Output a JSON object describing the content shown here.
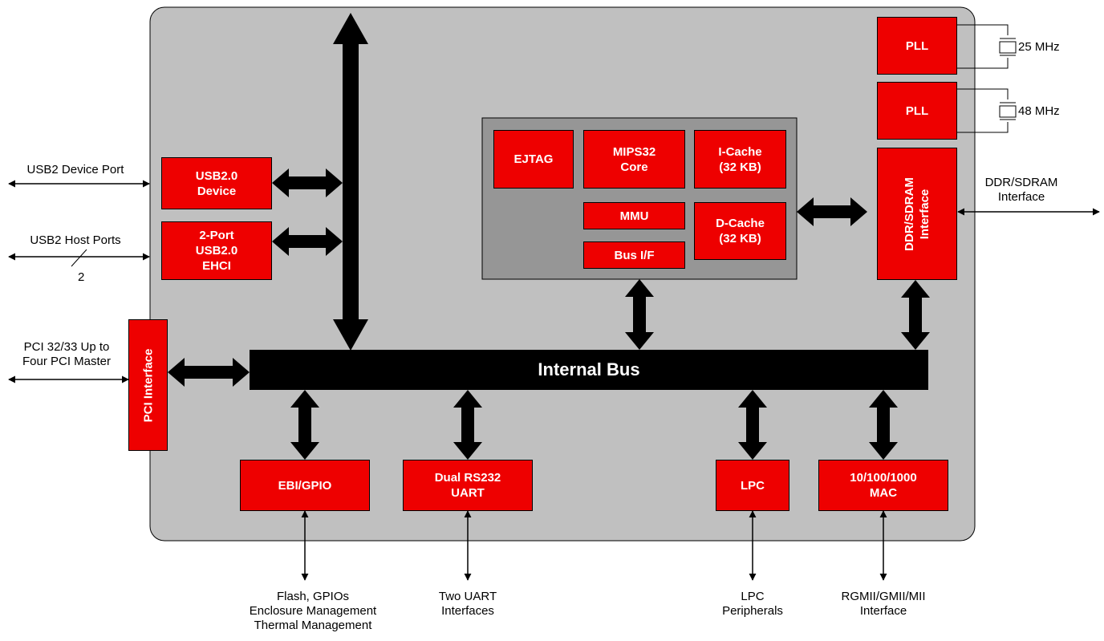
{
  "blocks": {
    "pll1": "PLL",
    "pll2": "PLL",
    "ejtag": "EJTAG",
    "mips_core": "MIPS32\nCore",
    "icache": "I-Cache\n(32 KB)",
    "mmu": "MMU",
    "dcache": "D-Cache\n(32 KB)",
    "bus_if": "Bus I/F",
    "ddr_sdram": "DDR/SDRAM\nInterface",
    "usb_device": "USB2.0\nDevice",
    "usb_ehci": "2-Port\nUSB2.0\nEHCI",
    "pci_interface": "PCI Interface",
    "internal_bus": "Internal Bus",
    "ebi_gpio": "EBI/GPIO",
    "uart": "Dual RS232\nUART",
    "lpc": "LPC",
    "mac": "10/100/1000\nMAC"
  },
  "external": {
    "clock_25": "25 MHz",
    "clock_48": "48 MHz",
    "ddr_if": "DDR/SDRAM\nInterface",
    "usb_device_port": "USB2 Device Port",
    "usb_host_ports": "USB2 Host Ports",
    "usb_host_count": "2",
    "pci_bus": "PCI 32/33 Up to\nFour PCI Master",
    "ebi_ext": "Flash, GPIOs\nEnclosure Management\nThermal Management",
    "uart_ext": "Two UART\nInterfaces",
    "lpc_ext": "LPC\nPeripherals",
    "mac_ext": "RGMII/GMII/MII\nInterface"
  },
  "colors": {
    "block_red": "#ee0000",
    "chip_gray": "#c0c0c0",
    "cpu_gray": "#969696",
    "bus_black": "#000000"
  }
}
